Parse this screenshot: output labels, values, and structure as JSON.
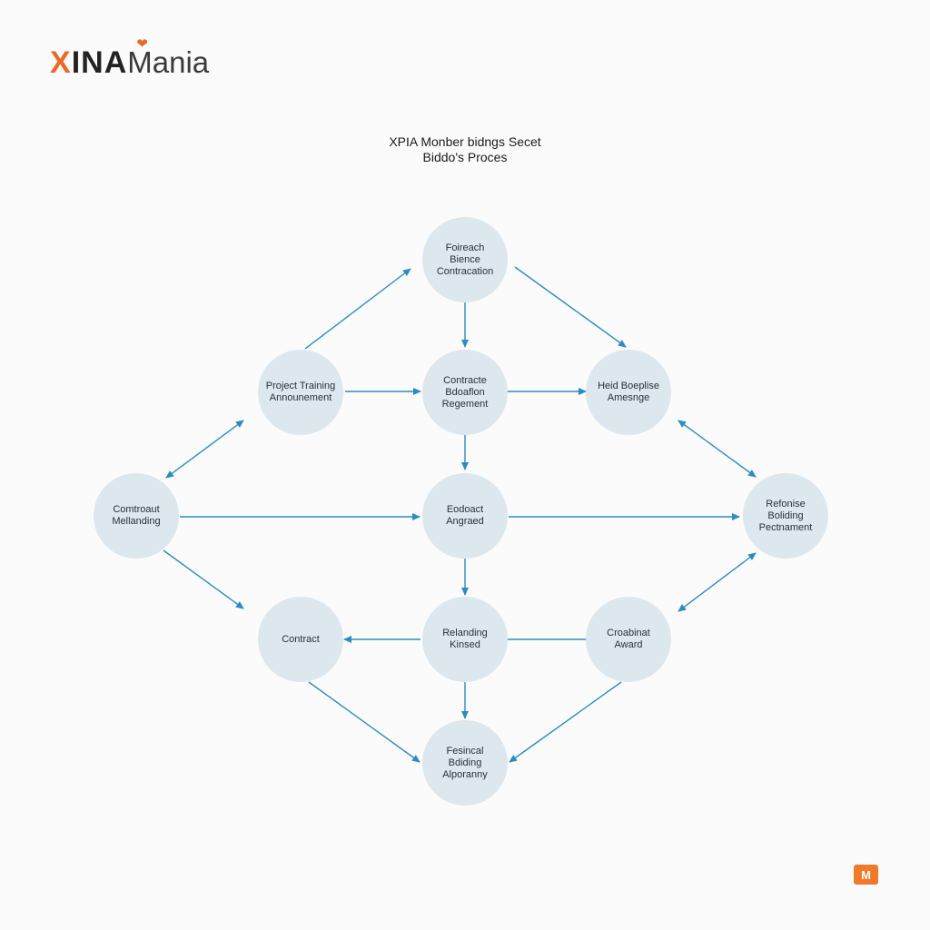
{
  "brand": {
    "logo_x": "X",
    "logo_ina": "INA",
    "logo_mania": "Mania",
    "corner_mark": "M"
  },
  "diagram": {
    "title_line1": "XPIA Monber bidngs Secet",
    "title_line2": "Biddo's Proces",
    "accent_color": "#2e8bc0",
    "node_color": "#dde7ee",
    "nodes": [
      {
        "id": "n1",
        "lines": [
          "Foireach",
          "Bience",
          "Contracation"
        ]
      },
      {
        "id": "n2",
        "lines": [
          "Project Training",
          "Announement"
        ]
      },
      {
        "id": "n3",
        "lines": [
          "Contracte",
          "Bdoaflon",
          "Regement"
        ]
      },
      {
        "id": "n4",
        "lines": [
          "Heid Boeplise",
          "Amesnge"
        ]
      },
      {
        "id": "n5",
        "lines": [
          "Comtroaut",
          "Mellanding"
        ]
      },
      {
        "id": "n6",
        "lines": [
          "Eodoact",
          "Angraed"
        ]
      },
      {
        "id": "n7",
        "lines": [
          "Refonise",
          "Boliding",
          "Pectnament"
        ]
      },
      {
        "id": "n8",
        "lines": [
          "Contract"
        ]
      },
      {
        "id": "n9",
        "lines": [
          "Relanding",
          "Kinsed"
        ]
      },
      {
        "id": "n10",
        "lines": [
          "Croabinat",
          "Award"
        ]
      },
      {
        "id": "n11",
        "lines": [
          "Fesincal",
          "Bdiding",
          "Alporanny"
        ]
      }
    ]
  }
}
